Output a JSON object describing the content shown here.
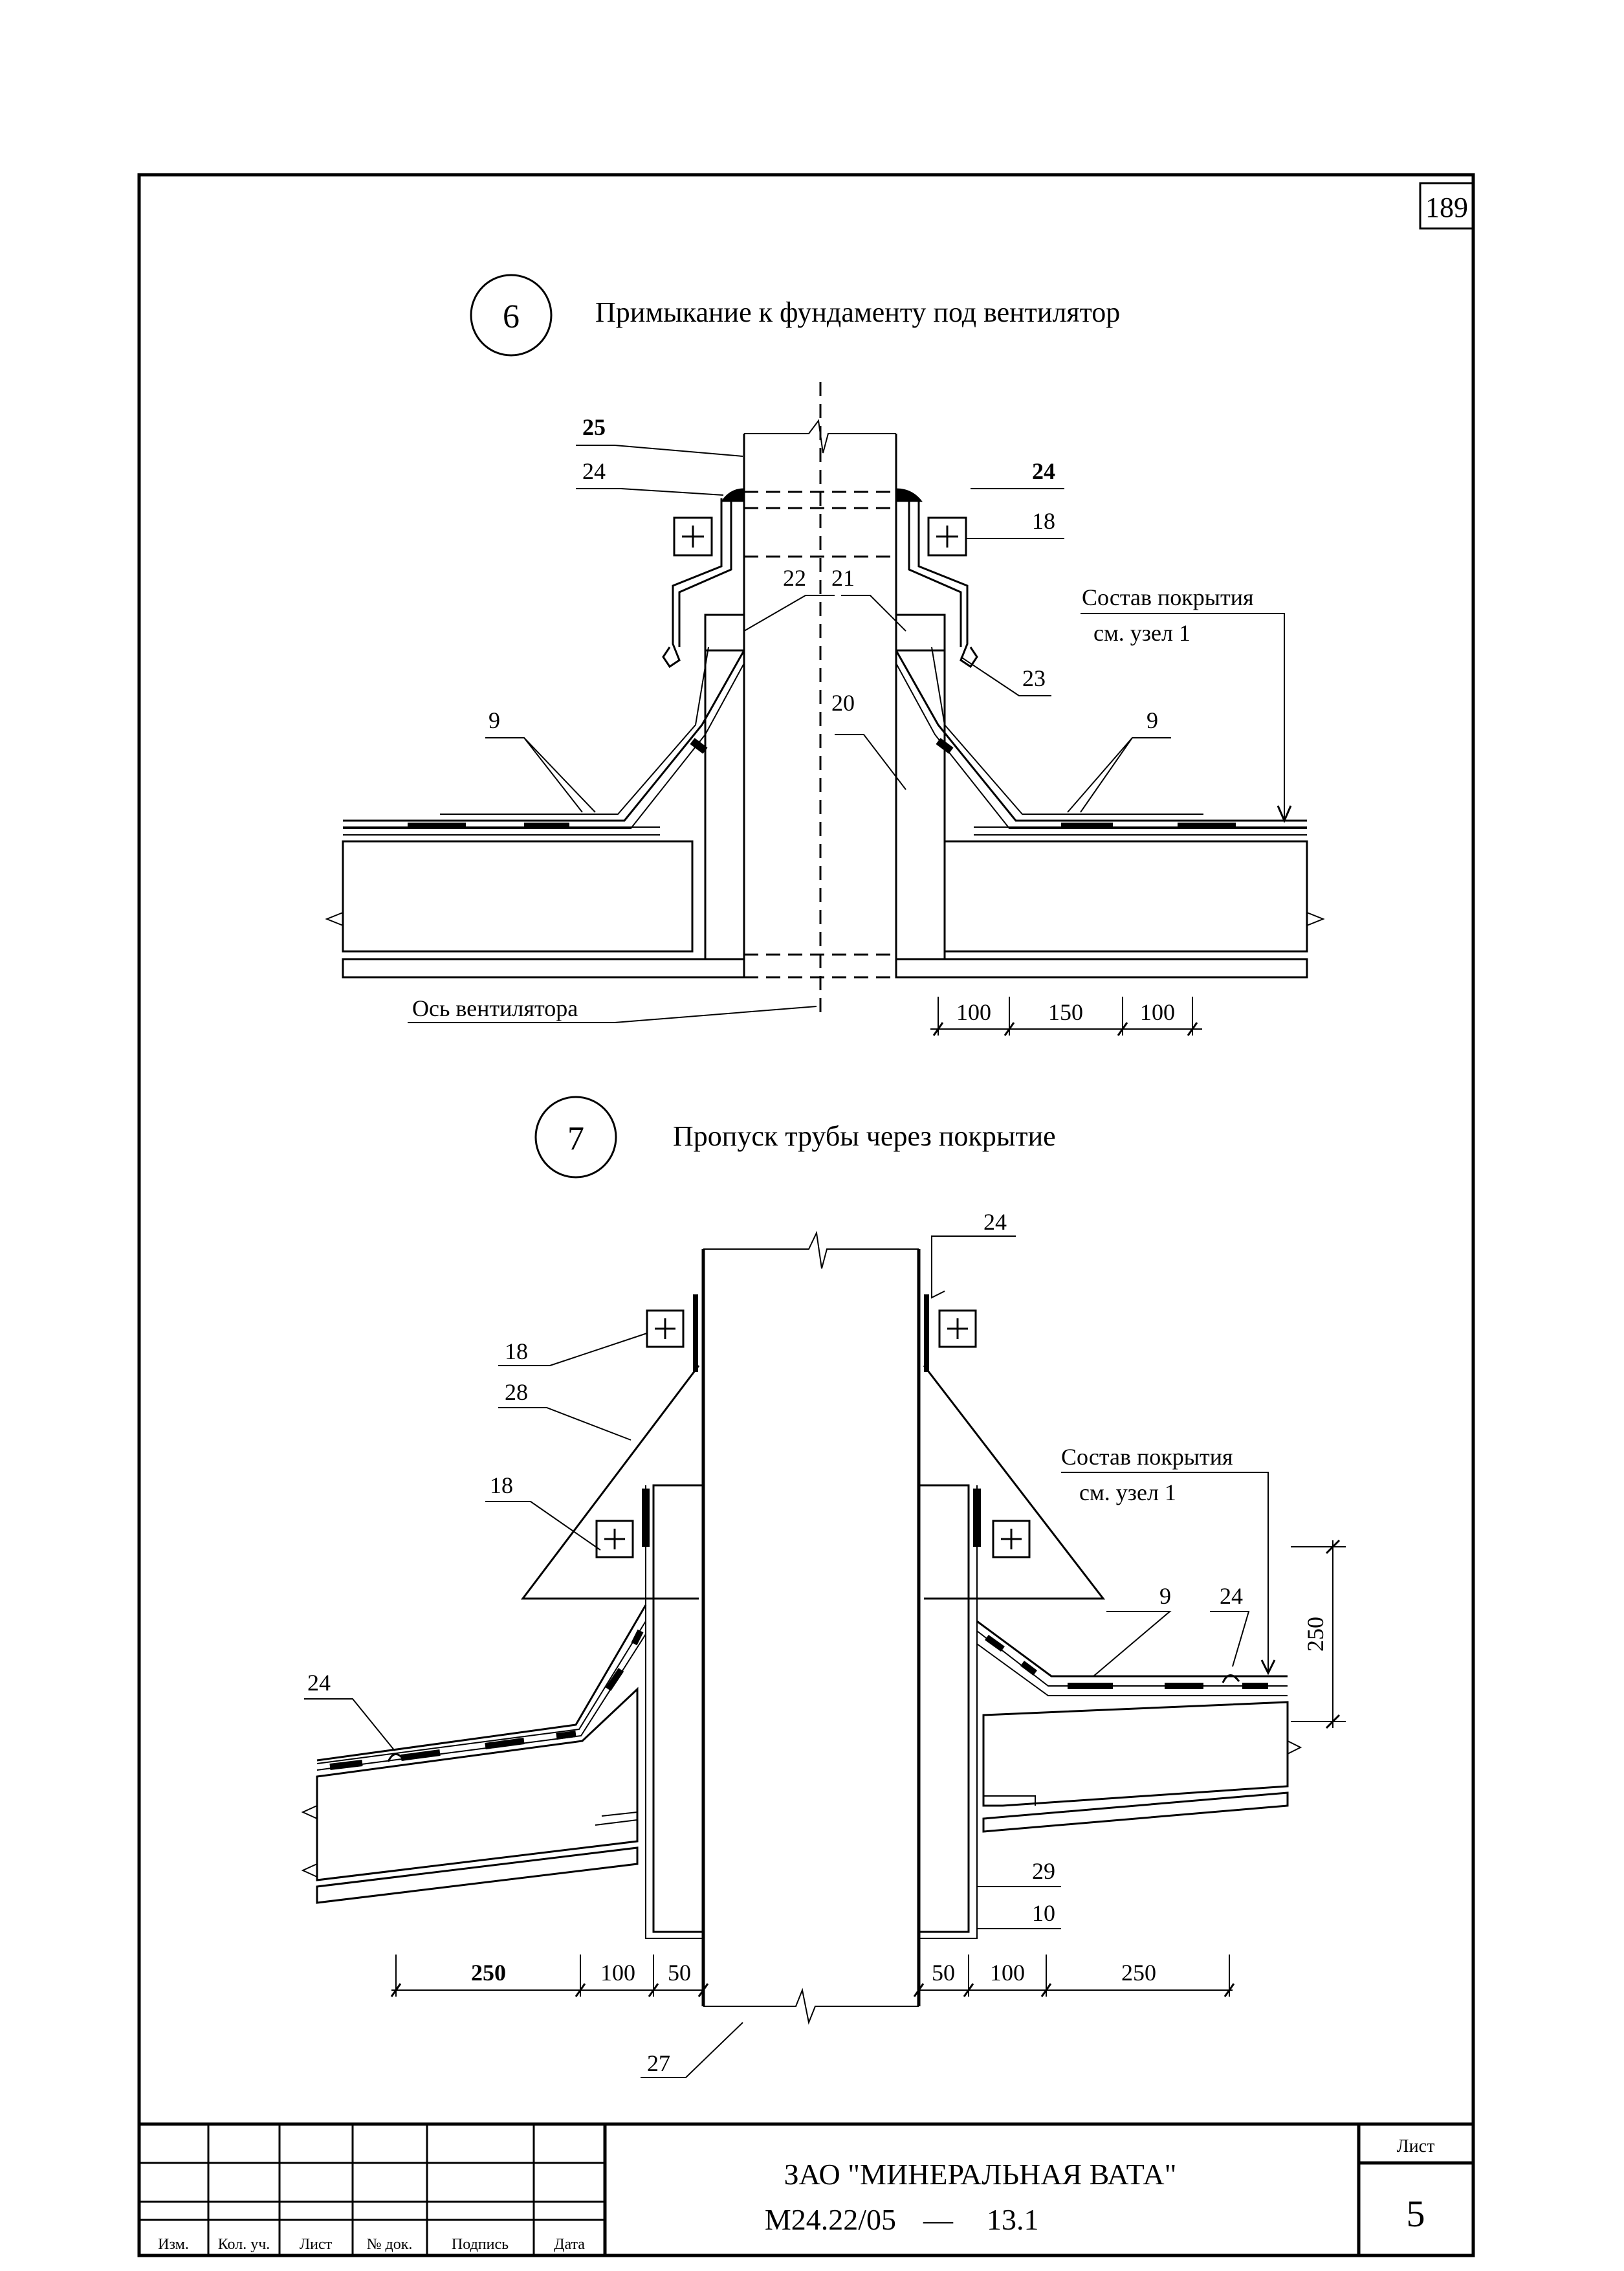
{
  "page_number": "189",
  "node6": {
    "number": "6",
    "title": "Примыкание к фундаменту под вентилятор",
    "labels": {
      "l25": "25",
      "l24_left": "24",
      "l24_right": "24",
      "l18": "18",
      "l22": "22",
      "l21": "21",
      "l23": "23",
      "l20": "20",
      "l9_left": "9",
      "l9_right": "9",
      "coating_1": "Состав покрытия",
      "coating_2": "см. узел 1",
      "axis": "Ось вентилятора"
    },
    "dims": [
      "100",
      "150",
      "100"
    ]
  },
  "node7": {
    "number": "7",
    "title": "Пропуск трубы через покрытие",
    "labels": {
      "l24_top": "24",
      "l18_top": "18",
      "l28": "28",
      "l18_mid": "18",
      "coating_1": "Состав покрытия",
      "coating_2": "см. узел 1",
      "l9": "9",
      "l24_right": "24",
      "l24_left": "24",
      "l29": "29",
      "l10": "10",
      "l27": "27"
    },
    "dim_vertical": "250",
    "dims_left": [
      "250",
      "100",
      "50"
    ],
    "dims_right": [
      "50",
      "100",
      "250"
    ]
  },
  "title_block": {
    "company": "ЗАО \"МИНЕРАЛЬНАЯ ВАТА\"",
    "code": "М24.22/05",
    "dash": "—",
    "sheet_ref": "13.1",
    "sheet_label": "Лист",
    "sheet_number": "5",
    "columns": [
      "Изм.",
      "Кол. уч.",
      "Лист",
      "№ док.",
      "Подпись",
      "Дата"
    ]
  }
}
